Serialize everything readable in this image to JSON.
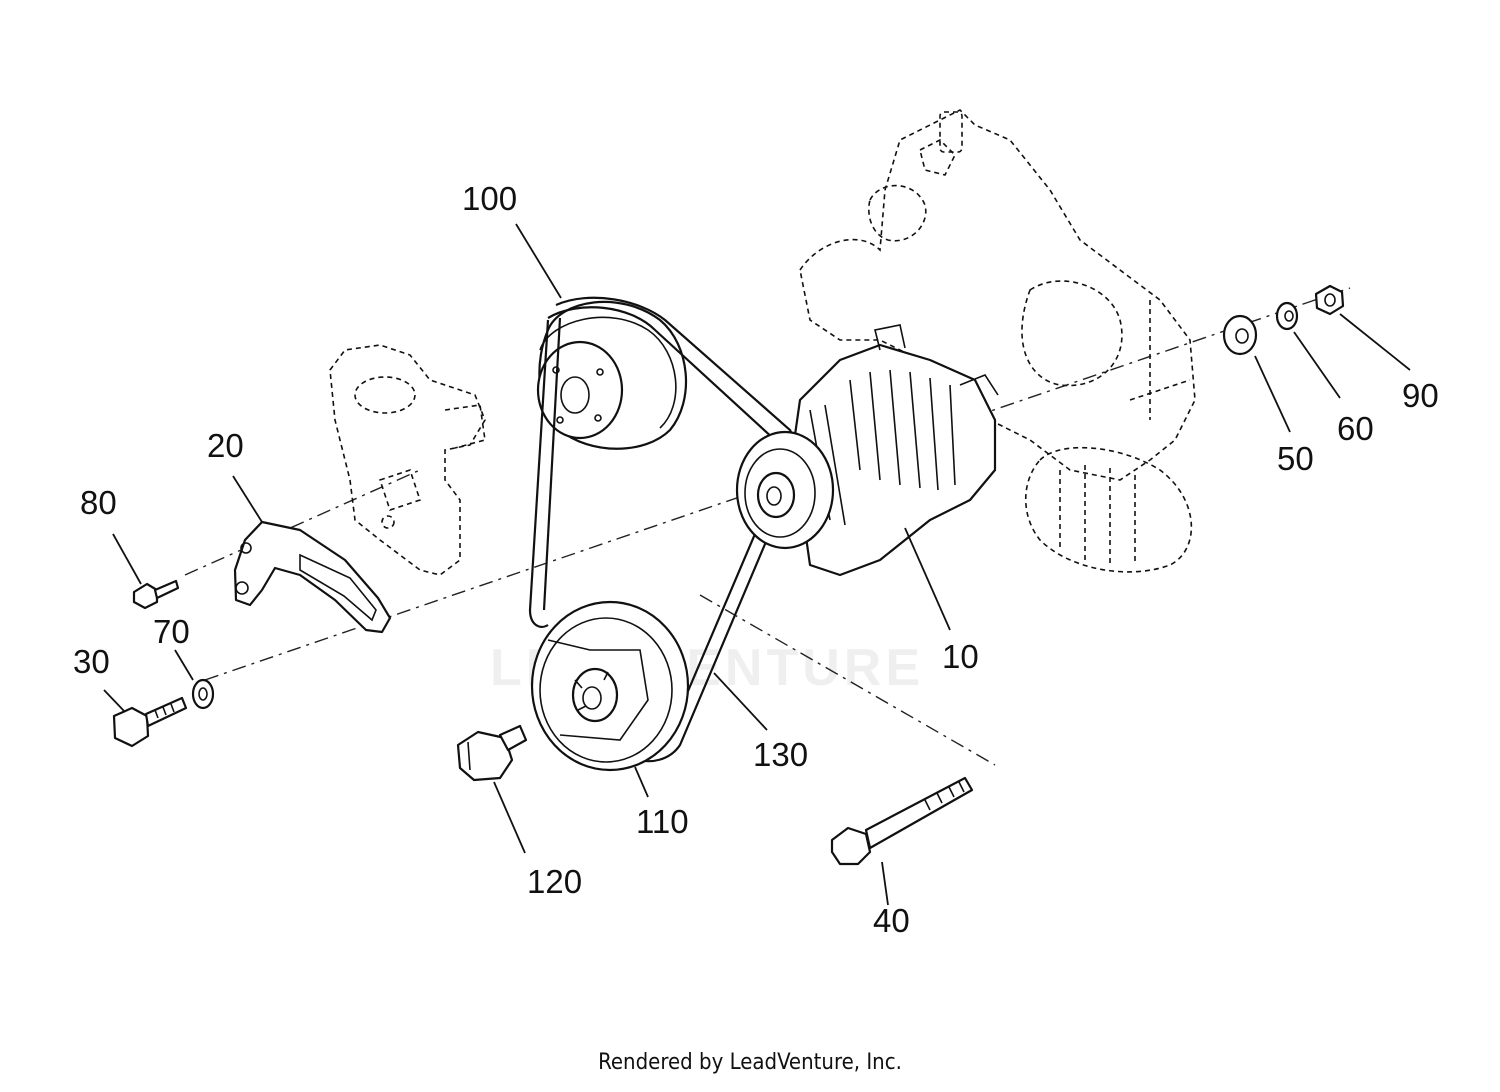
{
  "callouts": {
    "p10": "10",
    "p20": "20",
    "p30": "30",
    "p40": "40",
    "p50": "50",
    "p60": "60",
    "p70": "70",
    "p80": "80",
    "p90": "90",
    "p100": "100",
    "p110": "110",
    "p120": "120",
    "p130": "130"
  },
  "watermark": "LEADVENTURE",
  "footer": "Rendered by LeadVenture, Inc."
}
